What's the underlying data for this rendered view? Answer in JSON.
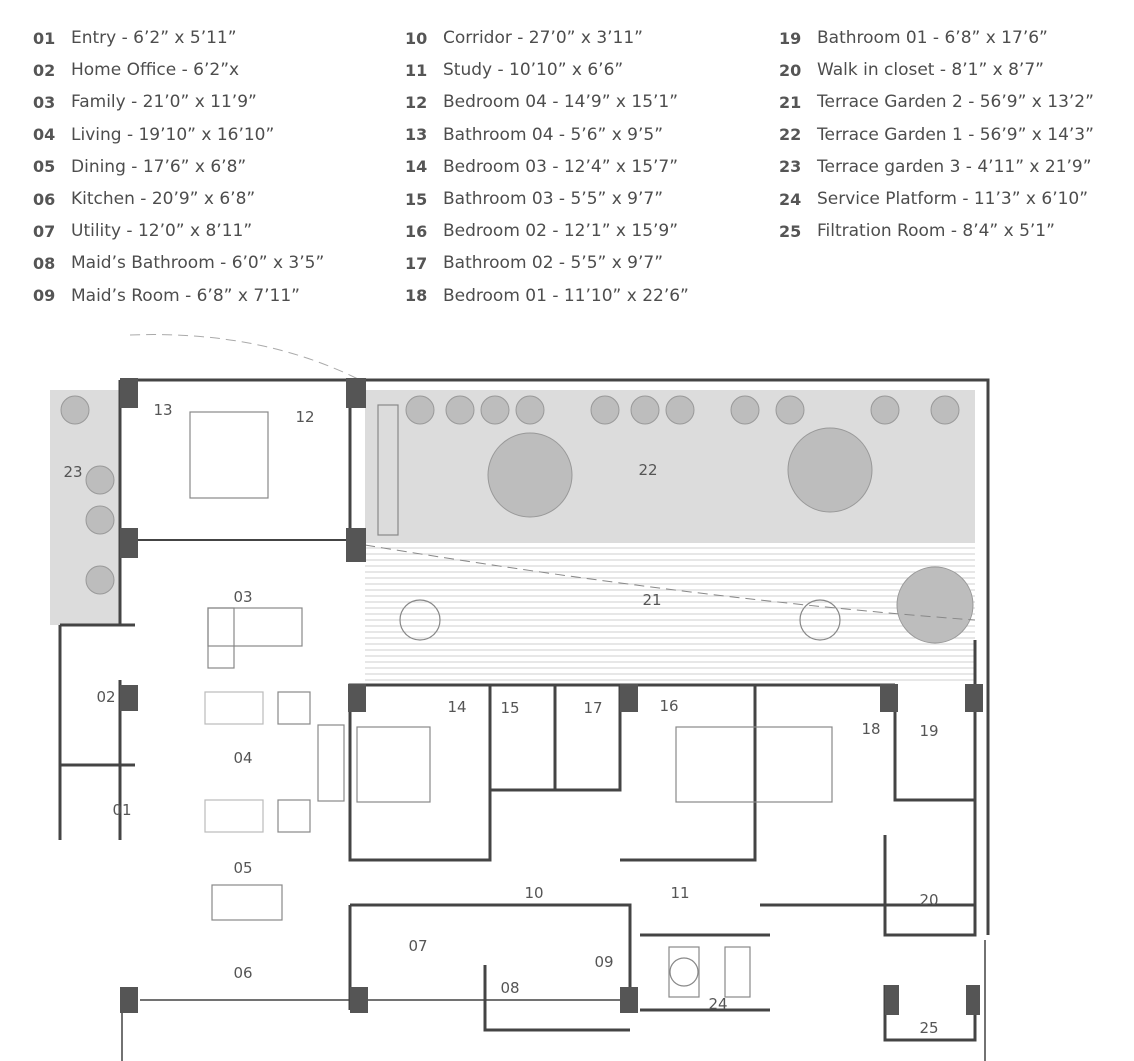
{
  "legend": {
    "columns": [
      [
        {
          "num": "01",
          "text": "Entry - 6’2” x 5’11”"
        },
        {
          "num": "02",
          "text": "Home Office - 6’2”x"
        },
        {
          "num": "03",
          "text": "Family - 21’0” x 11’9”"
        },
        {
          "num": "04",
          "text": "Living - 19’10” x 16’10”"
        },
        {
          "num": "05",
          "text": "Dining - 17’6” x 6’8”"
        },
        {
          "num": "06",
          "text": "Kitchen - 20’9” x 6’8”"
        },
        {
          "num": "07",
          "text": "Utility - 12’0” x 8’11”"
        },
        {
          "num": "08",
          "text": "Maid’s Bathroom - 6’0” x 3’5”"
        },
        {
          "num": "09",
          "text": "Maid’s Room - 6’8” x 7’11”"
        }
      ],
      [
        {
          "num": "10",
          "text": "Corridor - 27’0” x 3’11”"
        },
        {
          "num": "11",
          "text": "Study - 10’10” x 6’6”"
        },
        {
          "num": "12",
          "text": "Bedroom 04 - 14’9” x 15’1”"
        },
        {
          "num": "13",
          "text": "Bathroom 04 - 5’6” x 9’5”"
        },
        {
          "num": "14",
          "text": "Bedroom 03 - 12’4” x 15’7”"
        },
        {
          "num": "15",
          "text": "Bathroom 03 - 5’5” x 9’7”"
        },
        {
          "num": "16",
          "text": "Bedroom 02 - 12’1” x 15’9”"
        },
        {
          "num": "17",
          "text": "Bathroom 02 - 5’5” x 9’7”"
        },
        {
          "num": "18",
          "text": "Bedroom 01 - 11’10” x 22’6”"
        }
      ],
      [
        {
          "num": "19",
          "text": "Bathroom 01 - 6’8” x 17’6”"
        },
        {
          "num": "20",
          "text": "Walk in closet - 8’1” x 8’7”"
        },
        {
          "num": "21",
          "text": "Terrace Garden 2 - 56’9” x 13’2”"
        },
        {
          "num": "22",
          "text": "Terrace Garden 1 - 56’9” x 14’3”"
        },
        {
          "num": "23",
          "text": "Terrace garden 3 - 4’11” x 21’9”"
        },
        {
          "num": "24",
          "text": "Service Platform - 11’3” x 6’10”"
        },
        {
          "num": "25",
          "text": "Filtration Room - 8’4” x 5’1”"
        }
      ]
    ]
  },
  "plan": {
    "labels": {
      "r01": "01",
      "r02": "02",
      "r03": "03",
      "r04": "04",
      "r05": "05",
      "r06": "06",
      "r07": "07",
      "r08": "08",
      "r09": "09",
      "r10": "10",
      "r11": "11",
      "r12": "12",
      "r13": "13",
      "r14": "14",
      "r15": "15",
      "r16": "16",
      "r17": "17",
      "r18": "18",
      "r19": "19",
      "r20": "20",
      "r21": "21",
      "r22": "22",
      "r23": "23",
      "r24": "24",
      "r25": "25"
    },
    "colors": {
      "terrace": "#dcdcdc",
      "wall": "#444444",
      "column": "#555555"
    }
  }
}
